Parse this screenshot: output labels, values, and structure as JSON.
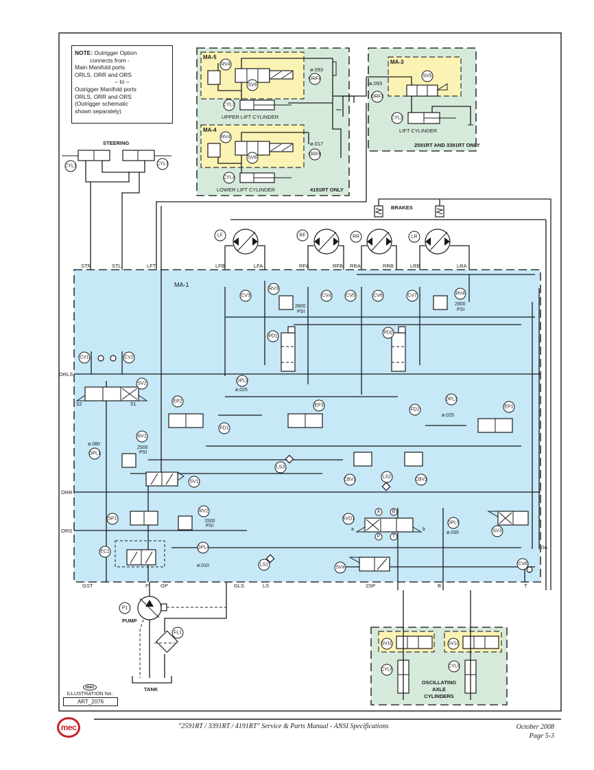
{
  "note": {
    "heading": "NOTE:",
    "lines": [
      "Outrigger Option",
      "connects from -",
      "Main Manifold ports",
      "ORLS, ORR and ORS",
      "– to –",
      "Outrigger Manifold ports",
      "ORLS, ORR and ORS",
      "(Outrigger schematic",
      "shown separately)"
    ]
  },
  "manifolds": {
    "ma5": {
      "label": "MA-5",
      "relief": "RV4",
      "valve": "SV6",
      "orifice": "ORF4",
      "orifice_size": "ø.093",
      "cylinder": "CYL3",
      "caption": "UPPER LIFT CYLINDER"
    },
    "ma4": {
      "label": "MA-4",
      "relief": "RV4",
      "valve": "SV6",
      "orifice": "ORF6",
      "orifice_size": "ø.017",
      "cylinder": "CYL4",
      "caption": "LOWER LIFT CYLINDER",
      "model_note": "4191RT ONLY"
    },
    "ma3": {
      "label": "MA-3",
      "valve": "SV5",
      "orifice": "ORF3",
      "orifice_size": "ø.093",
      "cylinder": "CYL2",
      "caption": "LIFT CYLINDER",
      "model_note": "2591RT AND 3391RT ONLY"
    },
    "ma1": {
      "label": "MA-1"
    }
  },
  "steering": {
    "label": "STEERING",
    "cylinder_left": "CYL1",
    "cylinder_right": "CYL1"
  },
  "brakes": {
    "label": "BRAKES"
  },
  "motors": [
    {
      "id": "LF",
      "ports": [
        "LFB",
        "LFA"
      ]
    },
    {
      "id": "RF",
      "ports": [
        "RFA",
        "RFB"
      ]
    },
    {
      "id": "RR",
      "ports": [
        "RRA",
        "RRB"
      ]
    },
    {
      "id": "LR",
      "ports": [
        "LRB",
        "LRA"
      ]
    }
  ],
  "top_ports": [
    "STR",
    "STL",
    "LFT"
  ],
  "side_ports": [
    "ORLS",
    "ORR",
    "ORS"
  ],
  "bottom_ports": [
    "GST",
    "P",
    "GP",
    "GLS",
    "LS",
    "2SP",
    "B",
    "T"
  ],
  "right_port": "0A",
  "components": {
    "cv": [
      "CV1",
      "CV2",
      "CV3",
      "CV4",
      "CV5",
      "CV6",
      "CV7",
      "CV8"
    ],
    "rv3": {
      "id": "RV3",
      "setting": "2800",
      "unit": "PSI"
    },
    "rv4": {
      "id": "RV4",
      "setting": "2800",
      "unit": "PSI"
    },
    "rv1": {
      "id": "RV1",
      "setting": "2500",
      "unit": "PSI"
    },
    "rv2": {
      "id": "RV2",
      "setting": "1500",
      "unit": "PSI"
    },
    "pd1": "PD1",
    "pd2": "PD2",
    "sv2": {
      "id": "SV2",
      "sol_a": "S2",
      "sol_b": "S1"
    },
    "ep1": "EP1",
    "ep2": "EP2",
    "ep3": "EP3",
    "opl1": {
      "id": "OPL1",
      "size": "ø.080"
    },
    "opl2": {
      "id": "OPL2",
      "size": "ø.025"
    },
    "opl3": {
      "id": "OPL3",
      "size": "ø.025"
    },
    "opl4": {
      "id": "OPL4",
      "size": "ø.010"
    },
    "opl5": {
      "id": "OPL5",
      "size": "ø.035"
    },
    "fd1": "FD1",
    "fd2": "FD2",
    "sv1": "SV1",
    "sp1": "SP1",
    "ec1": "EC1",
    "ls1": "LS1",
    "ls2": "LS2",
    "ls3": "LS3",
    "cbv1": "CBV1",
    "cbv2": "CBV2",
    "svd1": {
      "id": "SVD1",
      "ports": [
        "A",
        "B",
        "P",
        "T"
      ],
      "sol_a": "a",
      "sol_b": "b"
    },
    "sv3": "SV3",
    "sv4": "SV4",
    "pump": {
      "id": "P1",
      "label": "PUMP"
    },
    "filter": "FL1",
    "tank": "TANK"
  },
  "axle": {
    "valve_left": "SV10",
    "valve_right": "SV10",
    "cyl_left": "CYL6",
    "cyl_right": "CYL6",
    "caption": [
      "OSCILLATING",
      "AXLE",
      "CYLINDERS"
    ]
  },
  "illustration": {
    "label": "ILLUSTRATION No.",
    "number": "ART_2076",
    "logo": "mec"
  },
  "footer": {
    "logo": "mec",
    "title": "\"2591RT / 3391RT / 4191RT\" Service & Parts Manual - ANSI Specifications",
    "date": "October 2008",
    "page": "Page 5-3"
  },
  "colors": {
    "manifold_blue": "#c6e8f7",
    "option_green": "#d6eadb",
    "valve_yellow": "#fbf3b3",
    "brand_red": "#c8202a"
  }
}
